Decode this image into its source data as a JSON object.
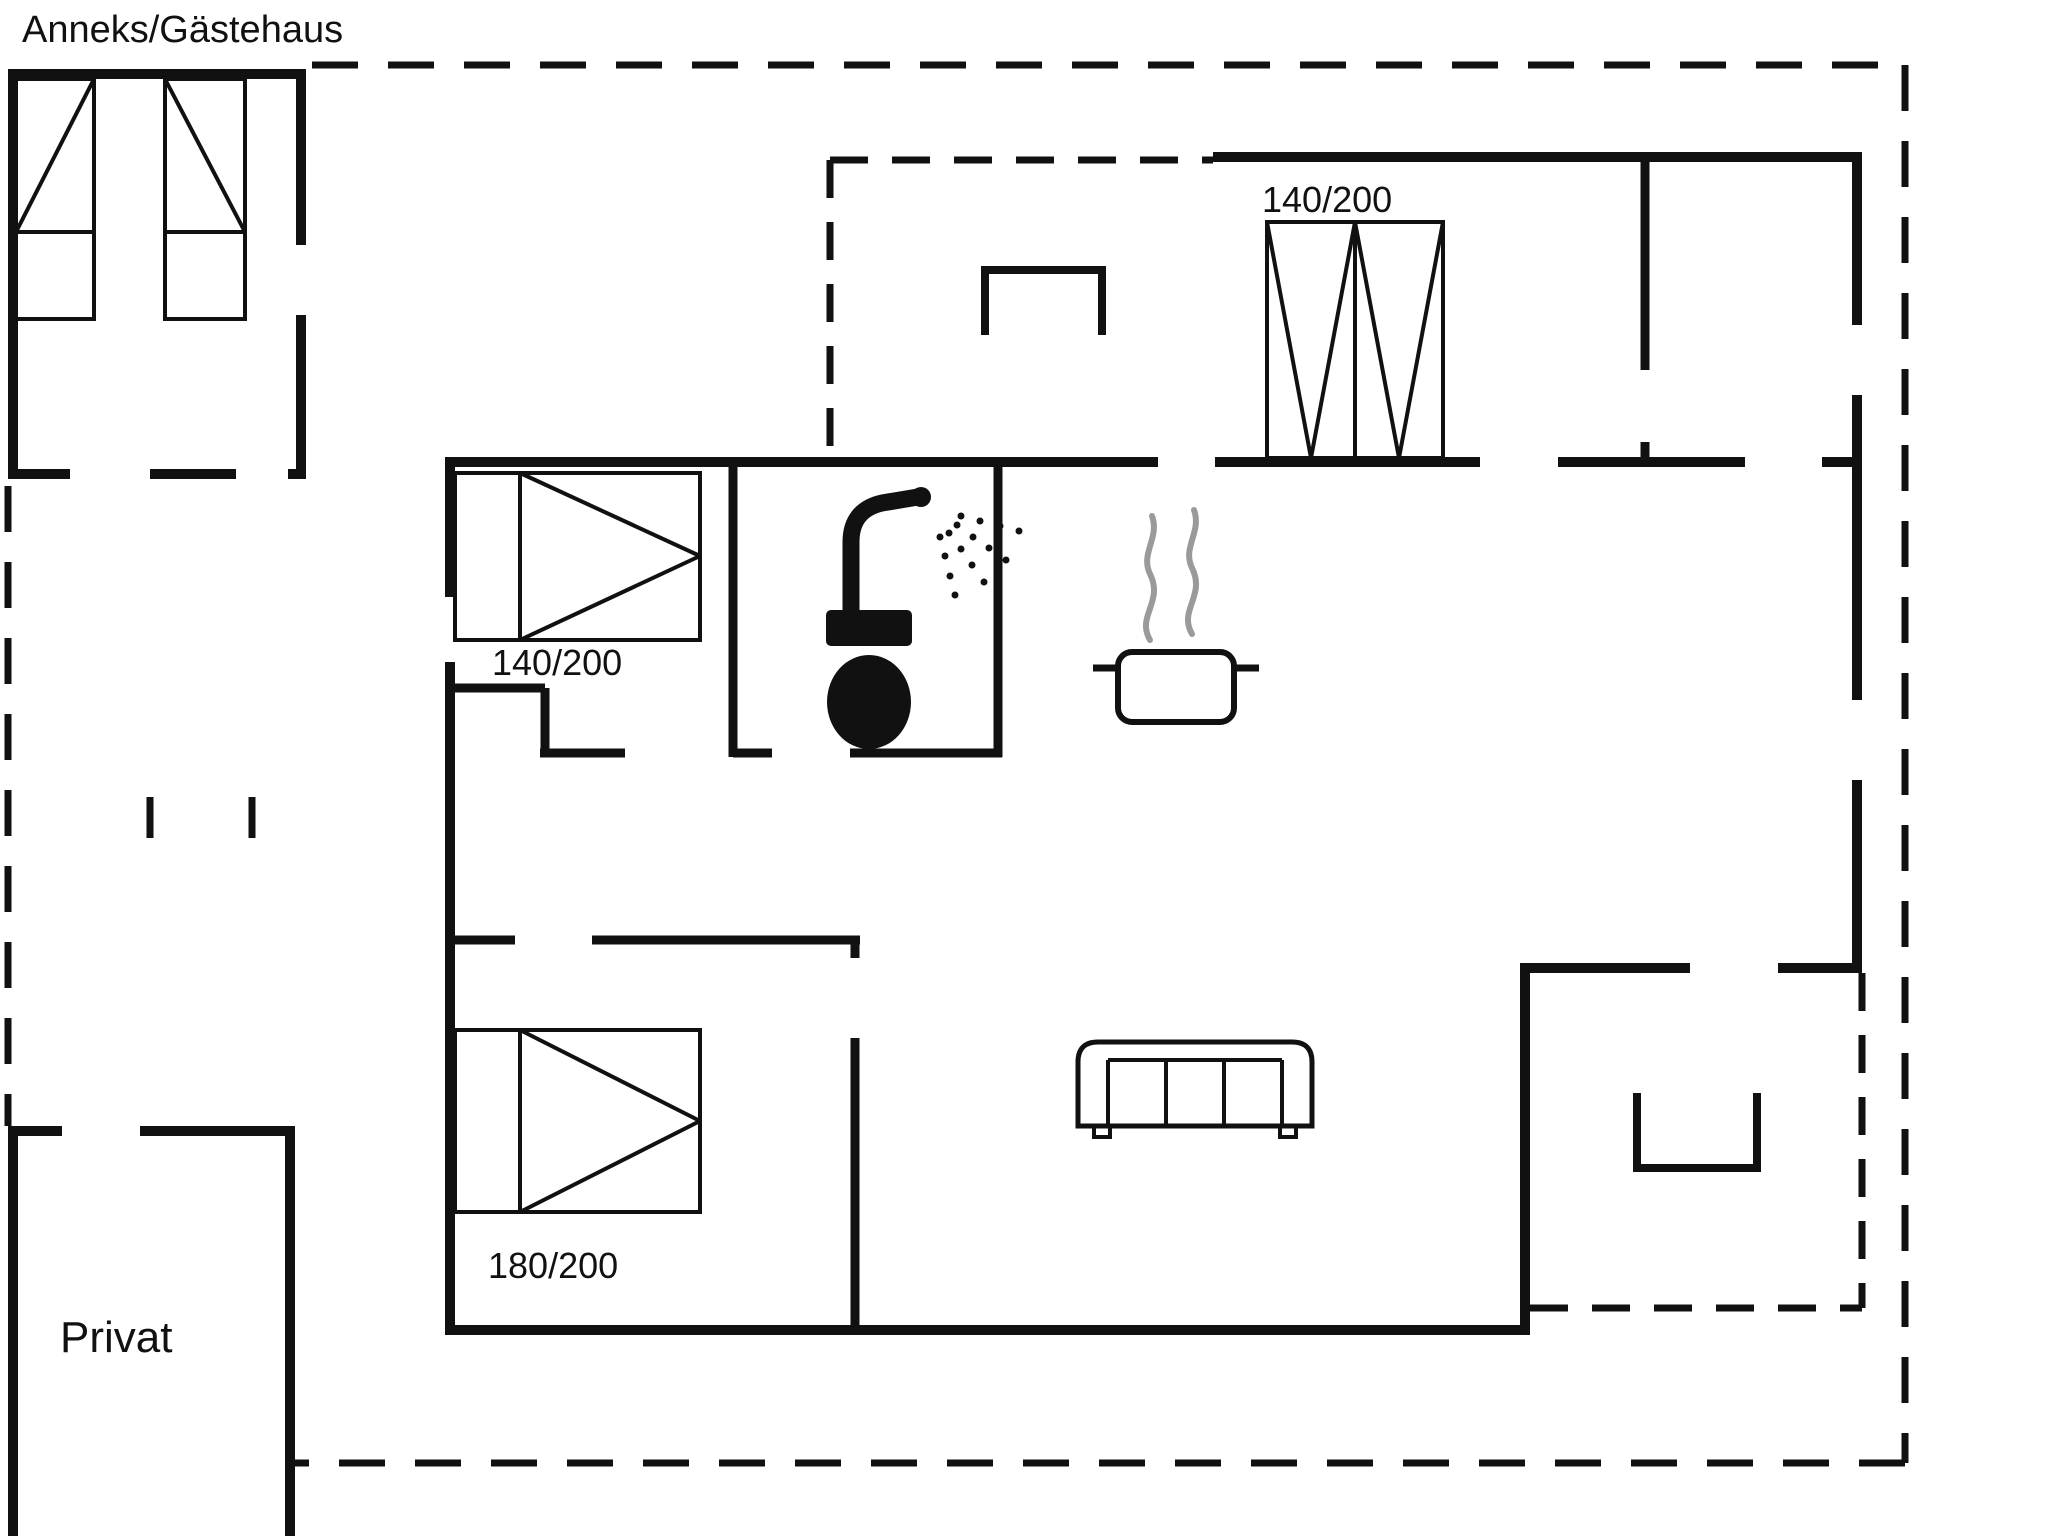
{
  "meta": {
    "type": "floor-plan",
    "background_color": "#ffffff",
    "wall_color": "#111111",
    "steam_color": "#9a9a9a"
  },
  "labels": {
    "annex": "Anneks/Gästehaus",
    "privat": "Privat"
  },
  "beds": {
    "top_right": "140/200",
    "mid_left": "140/200",
    "bottom_left": "180/200"
  },
  "icons": [
    "bed-icon",
    "shower-icon",
    "shower-spray-icon",
    "toilet-icon",
    "cooking-pot-icon",
    "steam-icon",
    "sofa-icon",
    "step-icon",
    "gate-marks-icon"
  ]
}
